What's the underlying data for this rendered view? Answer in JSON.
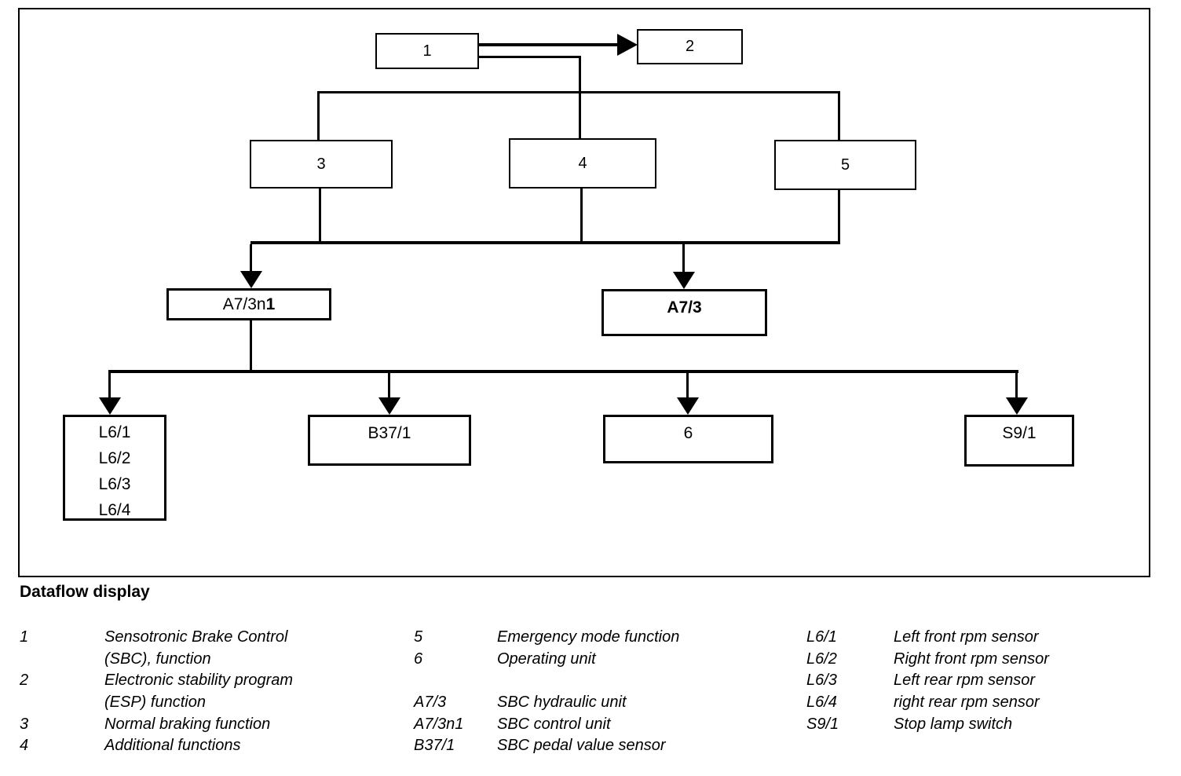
{
  "title": "Dataflow display",
  "colors": {
    "ink": "#000000",
    "background": "#ffffff"
  },
  "diagram": {
    "nodes": {
      "n1": "1",
      "n2": "2",
      "n3": "3",
      "n4": "4",
      "n5": "5",
      "n6": "6",
      "a73n1_prefix": "A7/3n",
      "a73n1_suffix": "1",
      "a73": "A7/3",
      "b371": "B37/1",
      "s91": "S9/1",
      "l6_lines": [
        "L6/1",
        "L6/2",
        "L6/3",
        "L6/4"
      ]
    }
  },
  "legend": {
    "columns": [
      {
        "rows": [
          {
            "code": "1",
            "text": "Sensotronic Brake Control"
          },
          {
            "code": "",
            "text": "(SBC), function"
          },
          {
            "code": "2",
            "text": "Electronic stability program"
          },
          {
            "code": "",
            "text": "(ESP) function"
          },
          {
            "code": "3",
            "text": "Normal braking function"
          },
          {
            "code": "4",
            "text": "Additional functions"
          }
        ]
      },
      {
        "rows": [
          {
            "code": "5",
            "text": "Emergency mode function"
          },
          {
            "code": "6",
            "text": "Operating unit"
          },
          {
            "code": "",
            "text": ""
          },
          {
            "code": "A7/3",
            "text": "SBC hydraulic unit"
          },
          {
            "code": "A7/3n1",
            "text": "SBC control unit"
          },
          {
            "code": "B37/1",
            "text": "SBC pedal value sensor"
          }
        ]
      },
      {
        "rows": [
          {
            "code": "L6/1",
            "text": "Left front rpm sensor"
          },
          {
            "code": "L6/2",
            "text": "Right front rpm sensor"
          },
          {
            "code": "L6/3",
            "text": "Left rear rpm sensor"
          },
          {
            "code": "L6/4",
            "text": "right rear rpm sensor"
          },
          {
            "code": "S9/1",
            "text": "Stop lamp switch"
          },
          {
            "code": "",
            "text": ""
          }
        ]
      }
    ]
  }
}
